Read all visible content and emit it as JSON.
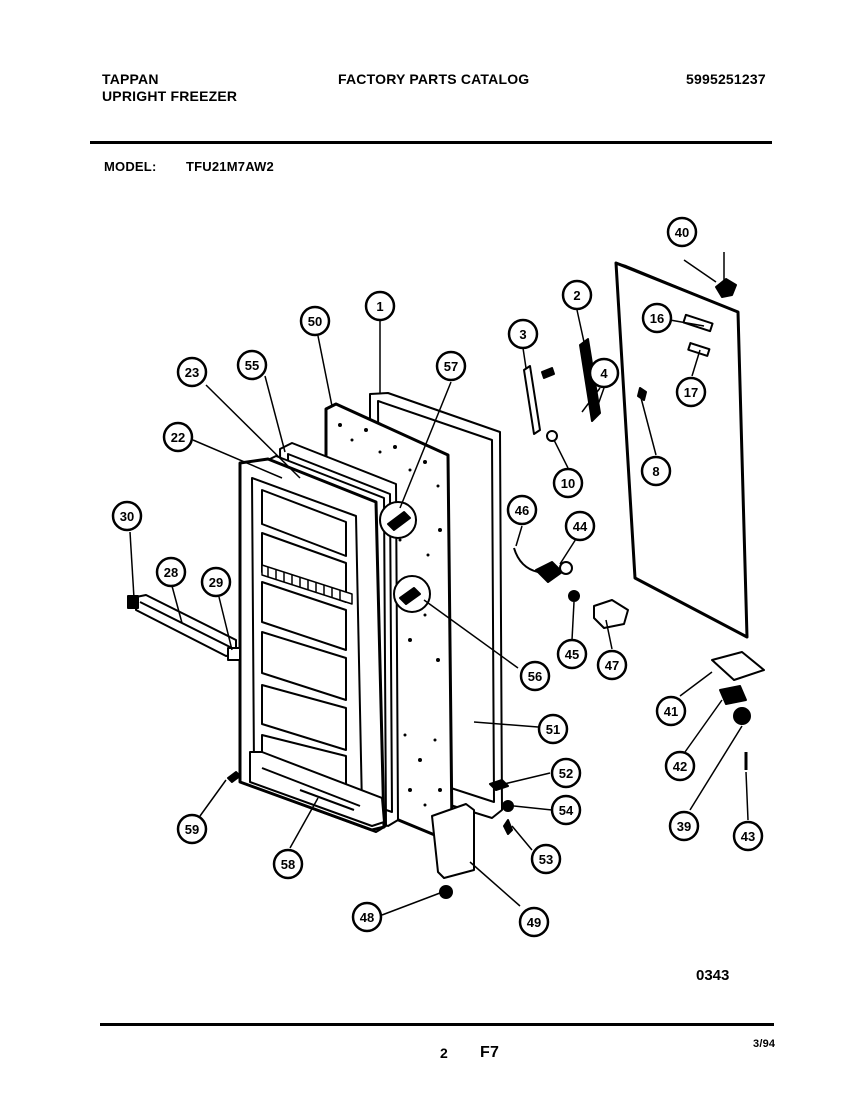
{
  "header": {
    "brand": "TAPPAN",
    "product": "UPRIGHT FREEZER",
    "catalog_title": "FACTORY PARTS CATALOG",
    "catalog_number": "5995251237",
    "model_label": "MODEL:",
    "model_number": "TFU21M7AW2"
  },
  "diagram": {
    "drawing_code": "0343",
    "callouts": [
      "1",
      "2",
      "3",
      "4",
      "8",
      "10",
      "16",
      "17",
      "22",
      "23",
      "28",
      "29",
      "30",
      "39",
      "40",
      "41",
      "42",
      "43",
      "44",
      "45",
      "46",
      "47",
      "48",
      "49",
      "50",
      "51",
      "52",
      "53",
      "54",
      "55",
      "56",
      "57",
      "58",
      "59"
    ]
  },
  "footer": {
    "page_number": "2",
    "section": "F7",
    "date": "3/94"
  }
}
